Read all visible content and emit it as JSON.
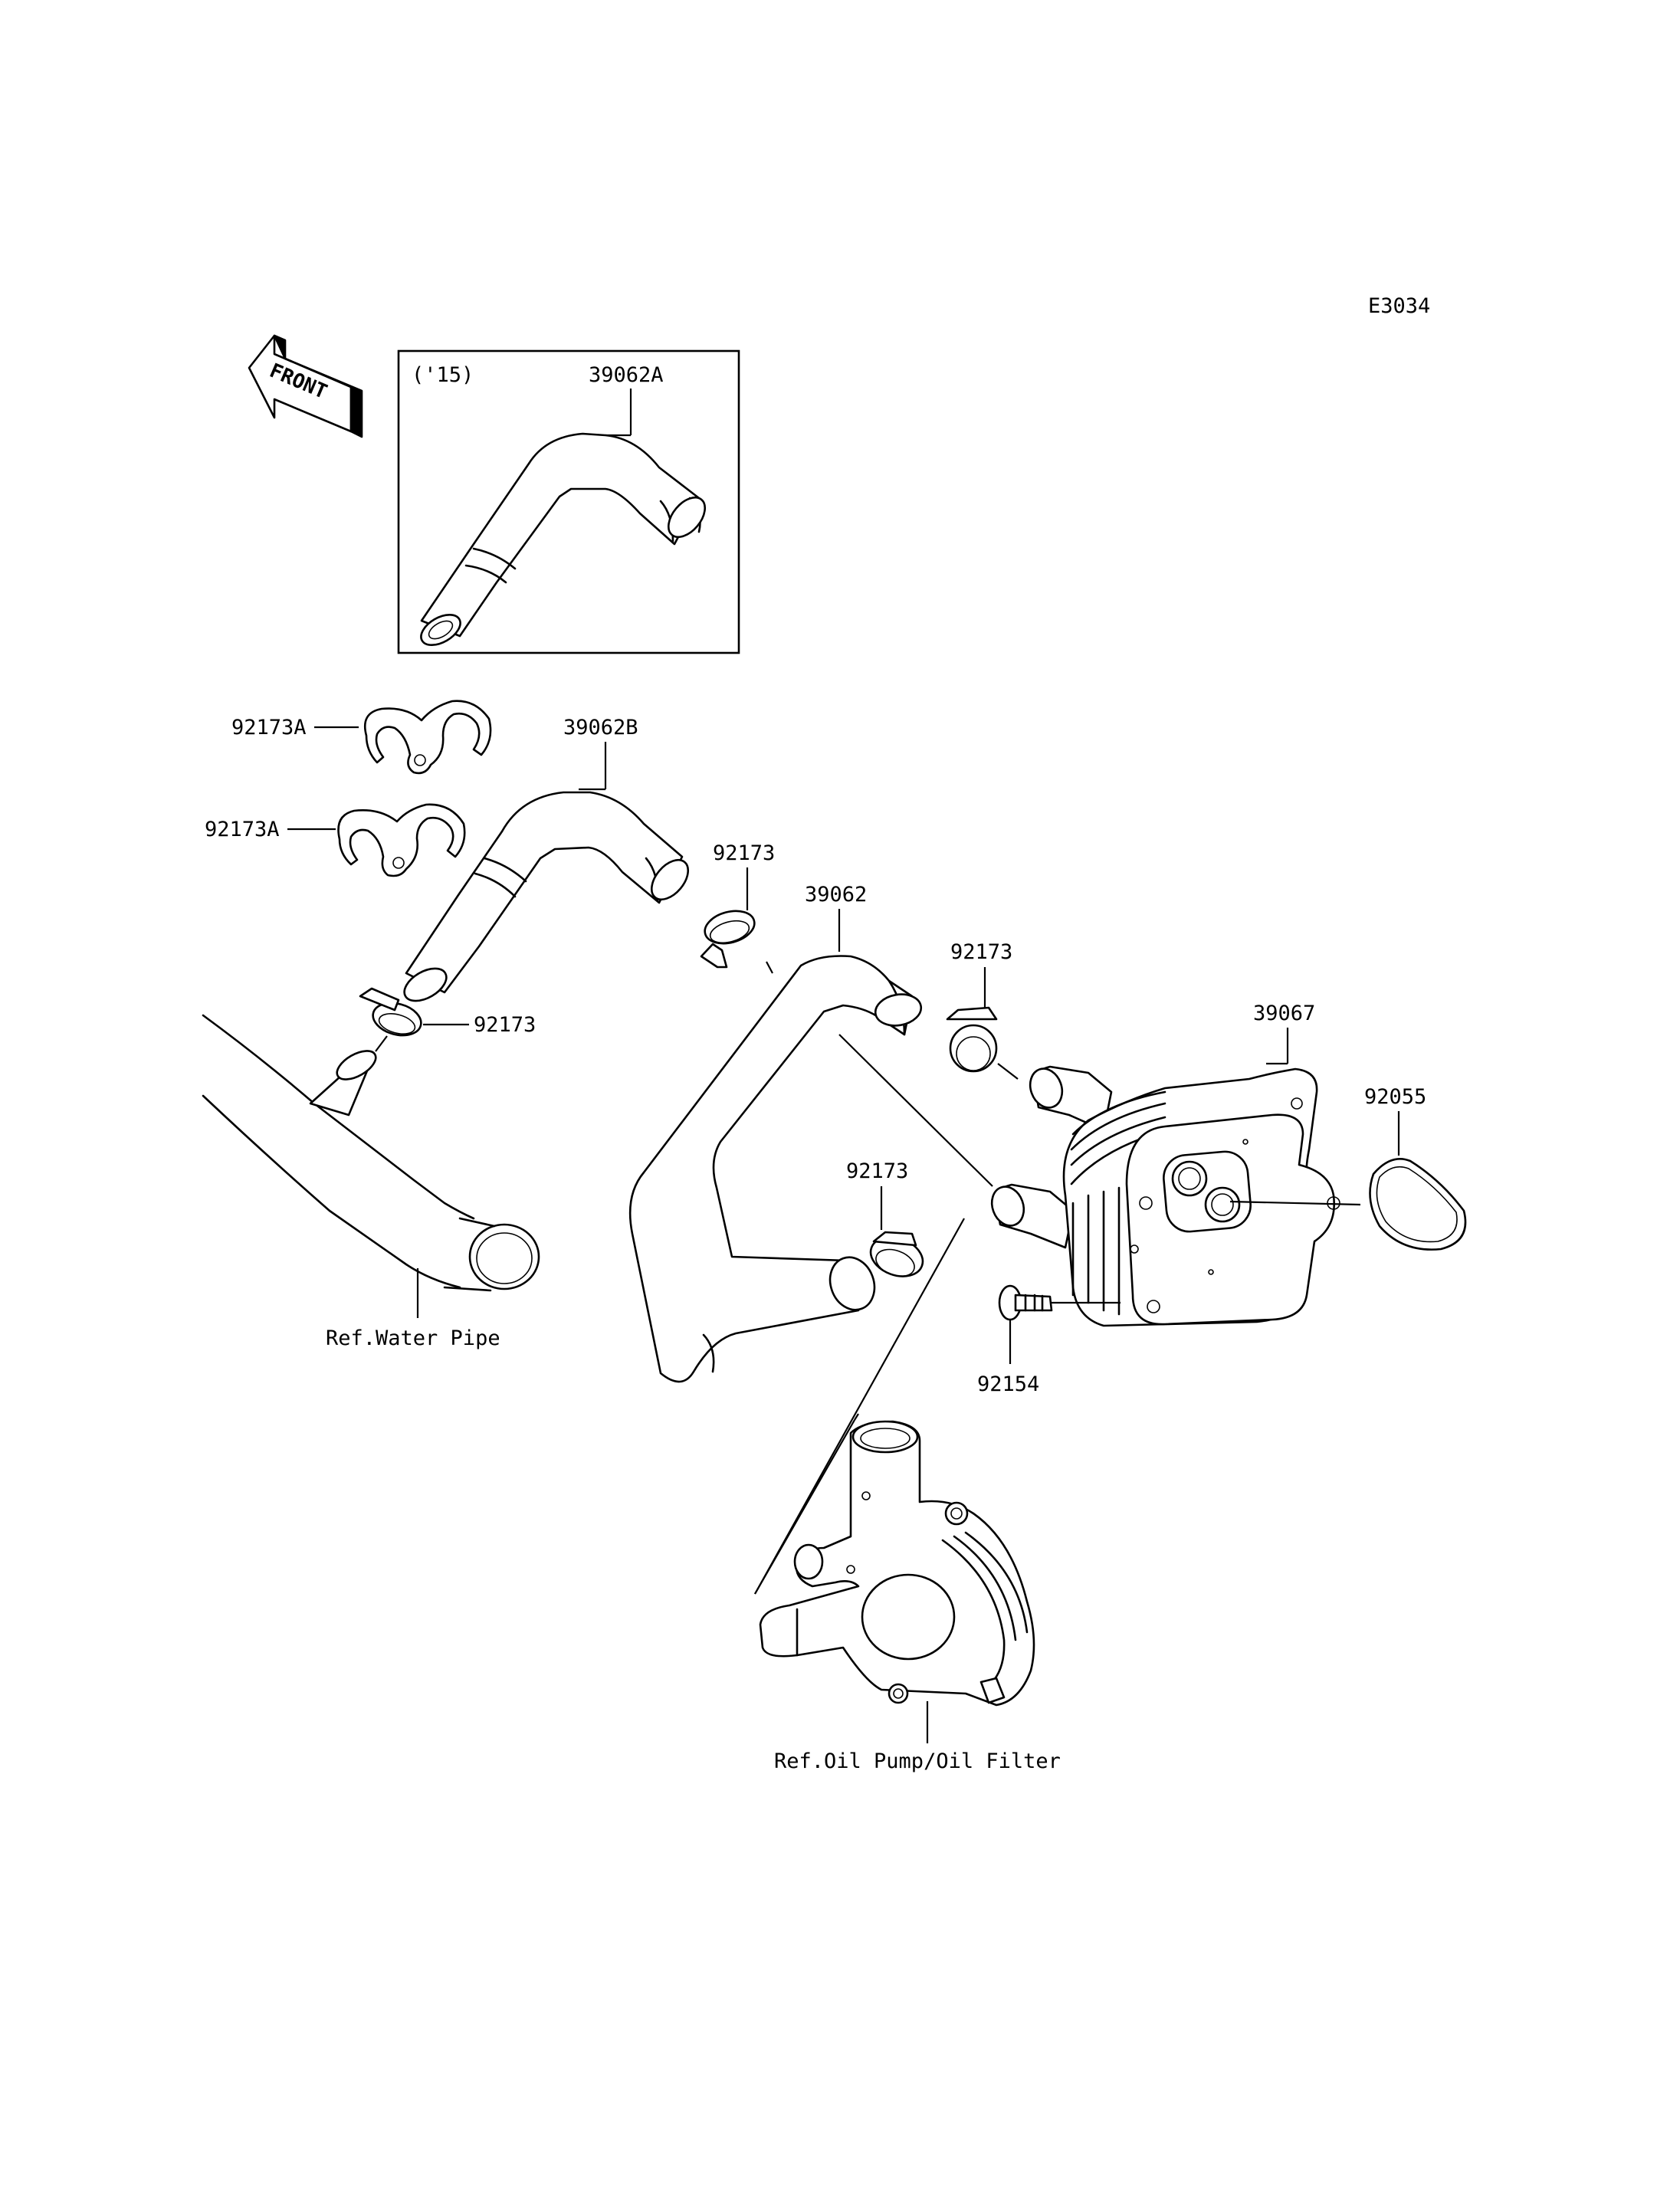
{
  "diagram": {
    "code": "E3034",
    "front_arrow_text": "FRONT",
    "inset": {
      "year_label": "('15)",
      "part_label": "39062A"
    },
    "labels": {
      "clip_upper": "92173A",
      "clip_lower": "92173A",
      "hose_main": "39062B",
      "clamp_hose_b": "92173",
      "hose_pump": "39062",
      "clamp_cooler_upper": "92173",
      "oil_cooler": "39067",
      "gasket": "92055",
      "clamp_water_pipe": "92173",
      "clamp_cooler_lower": "92173",
      "bolt": "92154",
      "ref_water_pipe": "Ref.Water Pipe",
      "ref_oil_pump": "Ref.Oil Pump/Oil Filter"
    }
  }
}
